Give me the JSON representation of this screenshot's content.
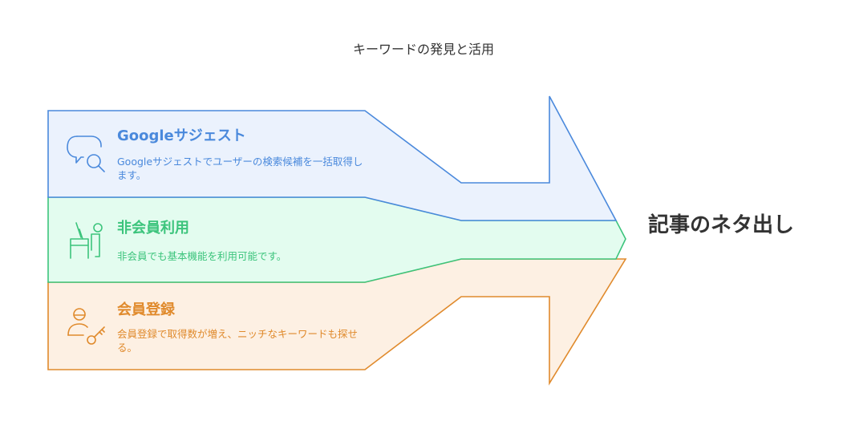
{
  "diagram": {
    "title": "キーワードの発見と活用",
    "result": "記事のネタ出し",
    "bands": [
      {
        "title": "Googleサジェスト",
        "description": "Googleサジェストでユーザーの検索候補を一括取得します。",
        "icon": "speech-bubble-search-icon",
        "color": "#4a89dc",
        "fill": "#ebf2fd"
      },
      {
        "title": "非会員利用",
        "description": "非会員でも基本機能を利用可能です。",
        "icon": "person-at-desk-icon",
        "color": "#3cc47c",
        "fill": "#e3fcef"
      },
      {
        "title": "会員登録",
        "description": "会員登録で取得数が増え、ニッチなキーワードも探せる。",
        "icon": "user-key-icon",
        "color": "#e08a2c",
        "fill": "#fdf0e3"
      }
    ]
  }
}
